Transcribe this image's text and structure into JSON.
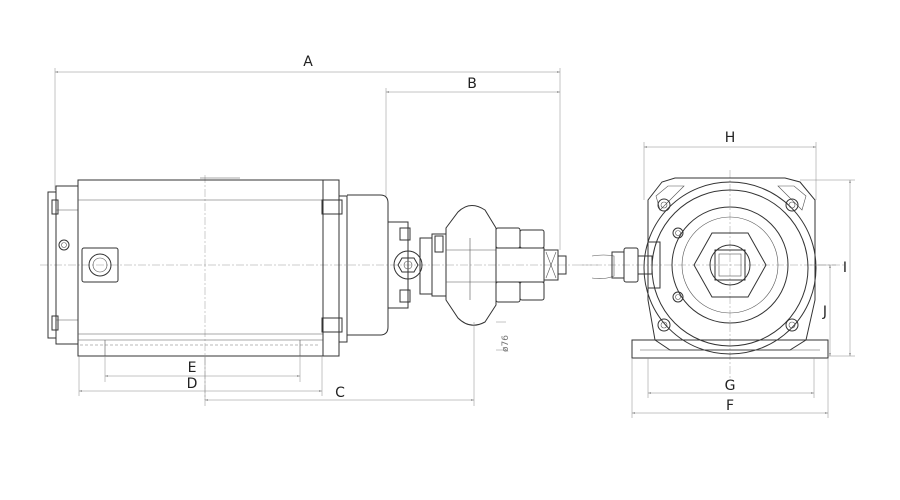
{
  "dimensions": {
    "A": "A",
    "B": "B",
    "C": "C",
    "D": "D",
    "E": "E",
    "F": "F",
    "G": "G",
    "H": "H",
    "I": "I",
    "J": "J"
  },
  "annotations": {
    "diameter": "ø76"
  },
  "colors": {
    "line": "#333333",
    "dimension": "#888888",
    "centerline": "#999999"
  }
}
